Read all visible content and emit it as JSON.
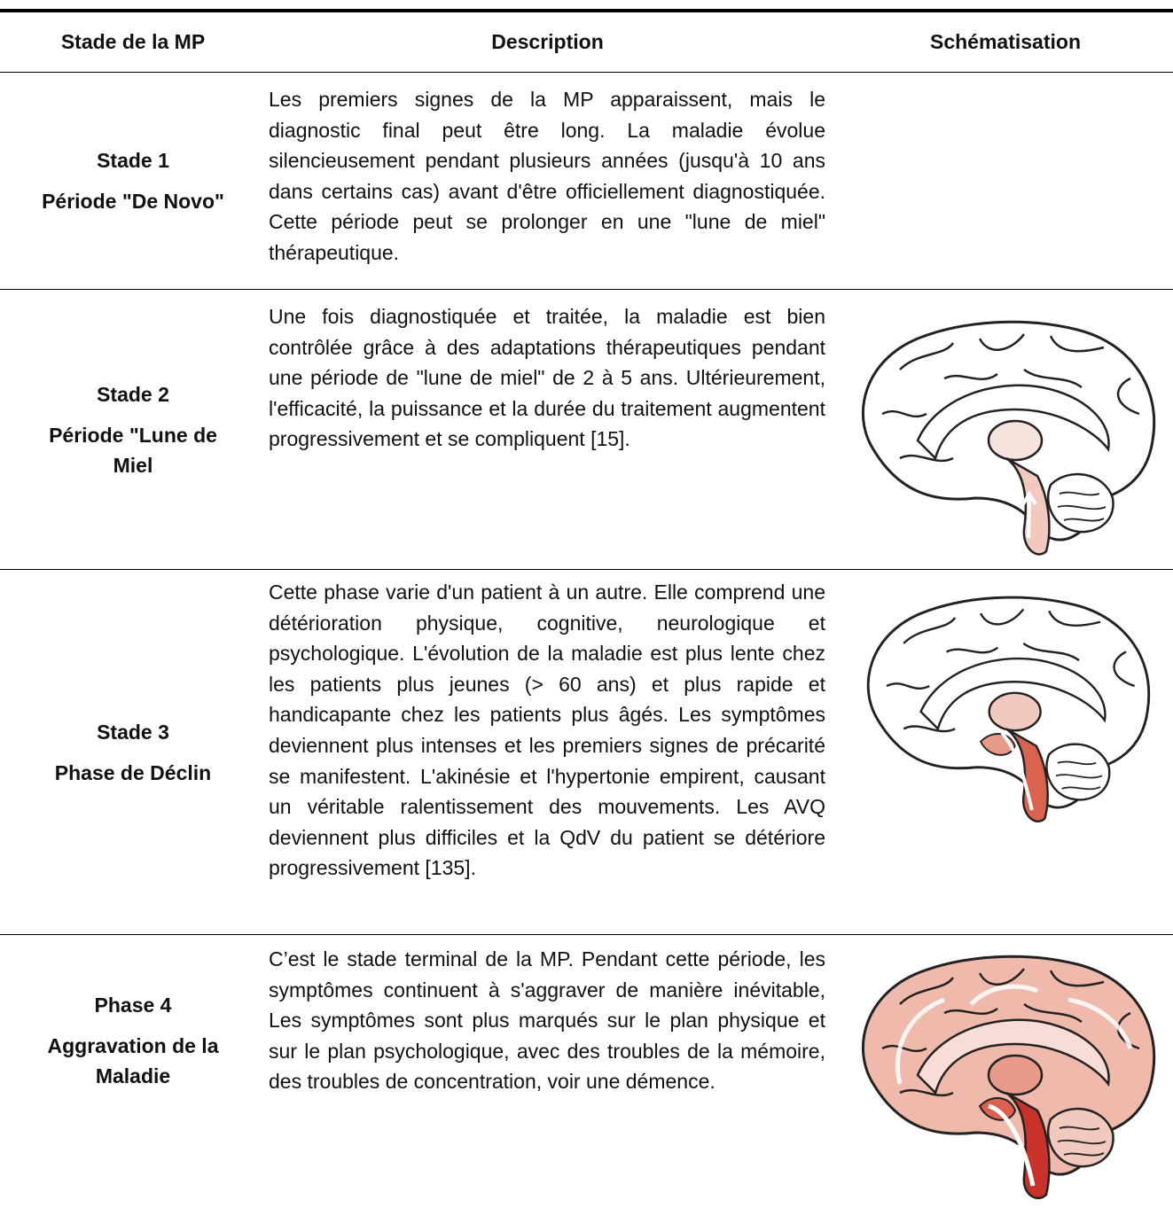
{
  "header": {
    "stage": "Stade de la MP",
    "description": "Description",
    "schema": "Schématisation"
  },
  "rows": [
    {
      "stage_line1": "Stade 1",
      "stage_line2": "Période \"De Novo\"",
      "description": "Les premiers signes de la MP apparaissent, mais le diagnostic final peut être long. La maladie évolue silencieusement pendant plusieurs années (jusqu'à 10 ans dans certains cas) avant d'être officiellement diagnostiquée. Cette période peut se prolonger en une \"lune de miel\" thérapeutique.",
      "schema": "none"
    },
    {
      "stage_line1": "Stade 2",
      "stage_line2": "Période \"Lune de Miel",
      "description": "Une fois diagnostiquée et traitée, la maladie est bien contrôlée grâce à des adaptations thérapeutiques pendant une période de \"lune de miel\" de 2 à 5 ans. Ultérieurement, l'efficacité, la puissance et la durée du traitement augmentent progressivement et se compliquent [15].",
      "schema": "brain-sagittal-brainstem-light"
    },
    {
      "stage_line1": "Stade 3",
      "stage_line2": "Phase de Déclin",
      "description": "Cette phase varie d'un patient à un autre. Elle comprend une détérioration physique, cognitive, neurologique et psychologique. L'évolution de la maladie est plus lente chez les patients plus jeunes (> 60 ans) et plus rapide et handicapante chez les patients plus âgés. Les symptômes deviennent plus intenses et les premiers signes de précarité se manifestent. L'akinésie et l'hypertonie empirent, causant un véritable ralentissement des mouvements. Les AVQ deviennent plus difficiles et la QdV du patient se détériore progressivement [135].",
      "schema": "brain-sagittal-brainstem-medium"
    },
    {
      "stage_line1": "Phase 4",
      "stage_line2": "Aggravation de la Maladie",
      "description": "C’est le stade terminal de la MP. Pendant cette période, les symptômes continuent à s'aggraver de manière inévitable, Les symptômes sont plus marqués sur le plan physique et sur le plan psychologique, avec des troubles de la mémoire, des troubles de concentration, voir une démence.",
      "schema": "brain-sagittal-cortex-spread"
    }
  ],
  "colors": {
    "rule": "#000000",
    "lightRed": "#f2c9bf",
    "midRed": "#e99a88",
    "darkRed": "#c8322b"
  }
}
